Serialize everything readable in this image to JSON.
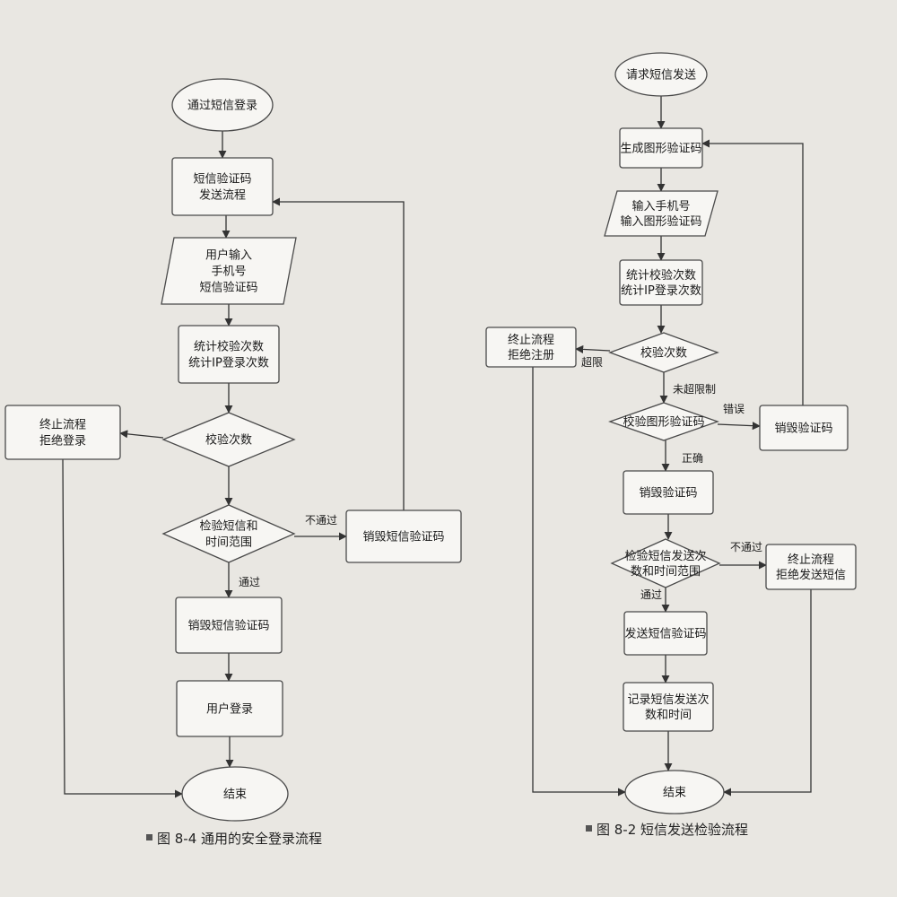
{
  "diagrams": [
    {
      "id": "left",
      "caption": "图 8-4   通用的安全登录流程",
      "nodes": [
        {
          "id": "start",
          "lines": [
            "通过短信登录"
          ]
        },
        {
          "id": "send_flow",
          "lines": [
            "短信验证码",
            "发送流程"
          ]
        },
        {
          "id": "input",
          "lines": [
            "用户输入",
            "手机号",
            "短信验证码"
          ]
        },
        {
          "id": "count",
          "lines": [
            "统计校验次数",
            "统计IP登录次数"
          ]
        },
        {
          "id": "check_count",
          "lines": [
            "校验次数"
          ]
        },
        {
          "id": "terminate",
          "lines": [
            "终止流程",
            "拒绝登录"
          ]
        },
        {
          "id": "check_sms",
          "lines": [
            "检验短信和",
            "时间范围"
          ]
        },
        {
          "id": "destroy_fail",
          "lines": [
            "销毁短信验证码"
          ]
        },
        {
          "id": "destroy_pass",
          "lines": [
            "销毁短信验证码"
          ]
        },
        {
          "id": "login",
          "lines": [
            "用户登录"
          ]
        },
        {
          "id": "end",
          "lines": [
            "结束"
          ]
        }
      ],
      "edge_labels": {
        "fail": "不通过",
        "pass": "通过"
      }
    },
    {
      "id": "right",
      "caption": "图 8-2   短信发送检验流程",
      "nodes": [
        {
          "id": "start",
          "lines": [
            "请求短信发送"
          ]
        },
        {
          "id": "gen_captcha",
          "lines": [
            "生成图形验证码"
          ]
        },
        {
          "id": "input",
          "lines": [
            "输入手机号",
            "输入图形验证码"
          ]
        },
        {
          "id": "count",
          "lines": [
            "统计校验次数",
            "统计IP登录次数"
          ]
        },
        {
          "id": "check_count",
          "lines": [
            "校验次数"
          ]
        },
        {
          "id": "terminate_reg",
          "lines": [
            "终止流程",
            "拒绝注册"
          ]
        },
        {
          "id": "check_captcha",
          "lines": [
            "校验图形验证码"
          ]
        },
        {
          "id": "destroy_wrong",
          "lines": [
            "销毁验证码"
          ]
        },
        {
          "id": "destroy_right",
          "lines": [
            "销毁验证码"
          ]
        },
        {
          "id": "check_send",
          "lines": [
            "检验短信发送次",
            "数和时间范围"
          ]
        },
        {
          "id": "terminate_send",
          "lines": [
            "终止流程",
            "拒绝发送短信"
          ]
        },
        {
          "id": "send_sms",
          "lines": [
            "发送短信验证码"
          ]
        },
        {
          "id": "record",
          "lines": [
            "记录短信发送次",
            "数和时间"
          ]
        },
        {
          "id": "end",
          "lines": [
            "结束"
          ]
        }
      ],
      "edge_labels": {
        "over": "超限",
        "not_over": "未超限制",
        "wrong": "错误",
        "right": "正确",
        "fail": "不通过",
        "pass": "通过"
      }
    }
  ]
}
